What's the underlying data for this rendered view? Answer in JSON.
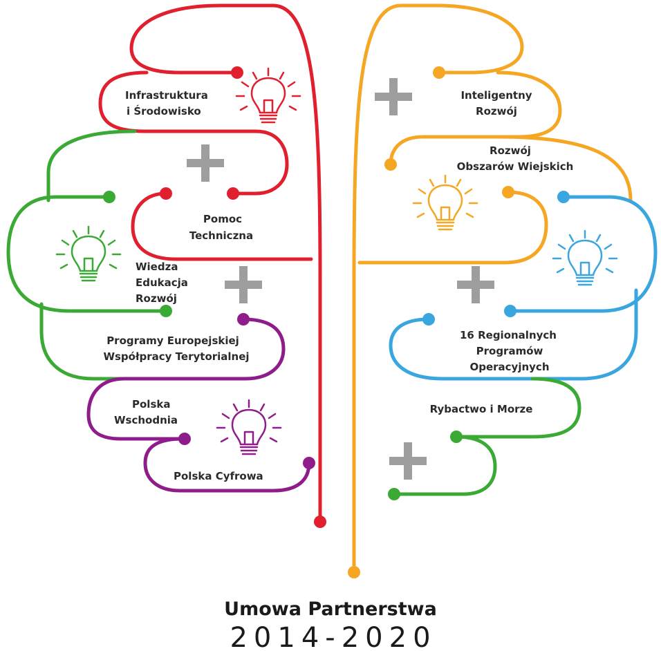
{
  "colors": {
    "red": "#e01f2f",
    "green": "#3aaa35",
    "purple": "#8e1d8b",
    "orange": "#f5a623",
    "blue": "#3aa6df",
    "plus": "#9e9e9e",
    "text": "#2a2a2a"
  },
  "labels": {
    "infrastruktura": [
      "Infrastruktura",
      "i Środowisko"
    ],
    "pomoc": [
      "Pomoc",
      "Techniczna"
    ],
    "wiedza": [
      "Wiedza",
      "Edukacja",
      "Rozwój"
    ],
    "programy_eu": [
      "Programy Europejskiej",
      "Współpracy Terytorialnej"
    ],
    "polska_wschodnia": [
      "Polska",
      "Wschodnia"
    ],
    "polska_cyfrowa": "Polska Cyfrowa",
    "inteligentny": [
      "Inteligentny",
      "Rozwój"
    ],
    "obszary_wiejskie": [
      "Rozwój",
      "Obszarów Wiejskich"
    ],
    "regionalne": [
      "16 Regionalnych",
      "Programów",
      "Operacyjnych"
    ],
    "rybactwo": "Rybactwo i Morze"
  },
  "icons": {
    "bulbs": [
      "lightbulb-icon-red",
      "lightbulb-icon-green",
      "lightbulb-icon-purple",
      "lightbulb-icon-orange",
      "lightbulb-icon-blue"
    ],
    "plus": "plus-icon"
  },
  "footer": {
    "title": "Umowa Partnerstwa",
    "years": "2014-2020"
  }
}
